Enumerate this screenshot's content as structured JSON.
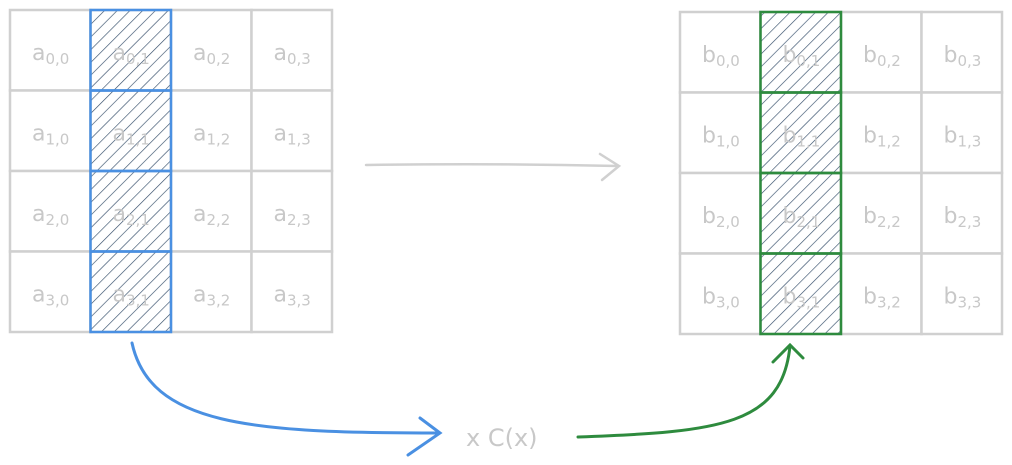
{
  "matrix_a": {
    "cells": [
      [
        "0,0",
        "0,1",
        "0,2",
        "0,3"
      ],
      [
        "1,0",
        "1,1",
        "1,2",
        "1,3"
      ],
      [
        "2,0",
        "2,1",
        "2,2",
        "2,3"
      ],
      [
        "3,0",
        "3,1",
        "3,2",
        "3,3"
      ]
    ],
    "letter": "a",
    "highlight_column": 1,
    "highlight_color": "#4a90e2"
  },
  "matrix_b": {
    "cells": [
      [
        "0,0",
        "0,1",
        "0,2",
        "0,3"
      ],
      [
        "1,0",
        "1,1",
        "1,2",
        "1,3"
      ],
      [
        "2,0",
        "2,1",
        "2,2",
        "2,3"
      ],
      [
        "3,0",
        "3,1",
        "3,2",
        "3,3"
      ]
    ],
    "letter": "b",
    "highlight_column": 1,
    "highlight_color": "#2e8b3e"
  },
  "operation_label": "x C(x)",
  "colors": {
    "grid": "#d0d0d0",
    "text": "#c8c8c8",
    "arrow_gray": "#d0d0d0",
    "hatch": "#1f3b5a"
  }
}
